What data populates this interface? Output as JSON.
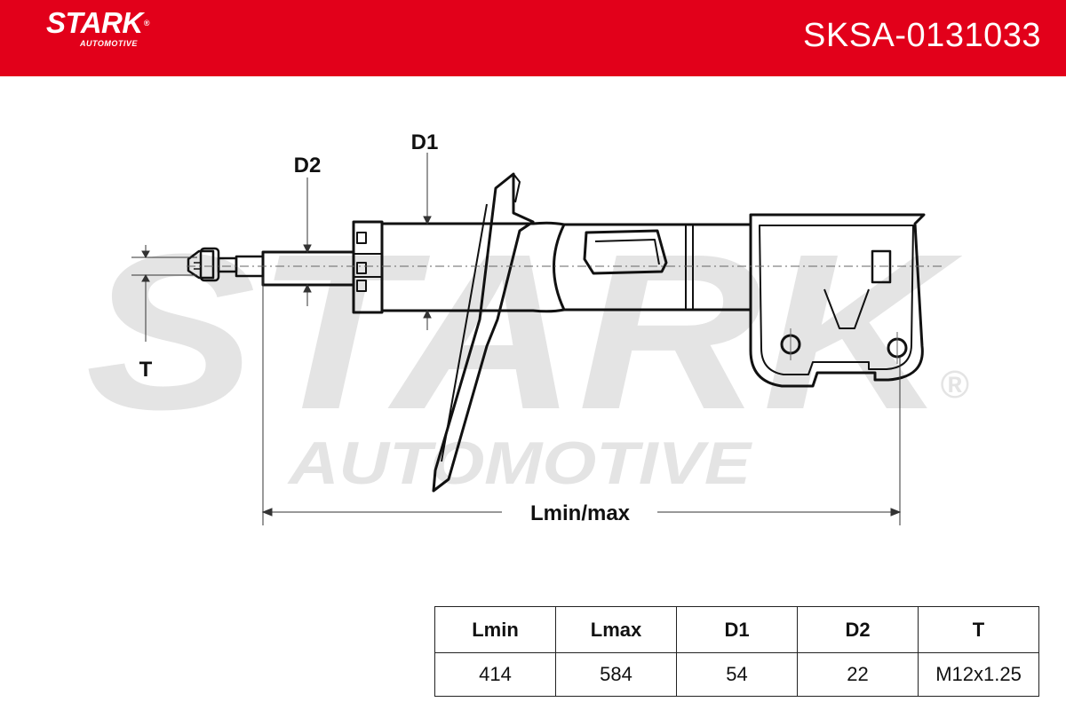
{
  "brand": {
    "name": "STARK",
    "registered_mark": "®",
    "subtitle": "AUTOMOTIVE",
    "color": "#e2001a"
  },
  "part_number": "SKSA-0131033",
  "watermark": {
    "main": "STARK",
    "sub": "AUTOMOTIVE",
    "registered_mark": "®"
  },
  "drawing": {
    "dimension_labels": {
      "d1": "D1",
      "d2": "D2",
      "t": "T",
      "length": "Lmin/max"
    }
  },
  "spec_table": {
    "headers": [
      "Lmin",
      "Lmax",
      "D1",
      "D2",
      "T"
    ],
    "values": [
      "414",
      "584",
      "54",
      "22",
      "M12x1.25"
    ]
  }
}
